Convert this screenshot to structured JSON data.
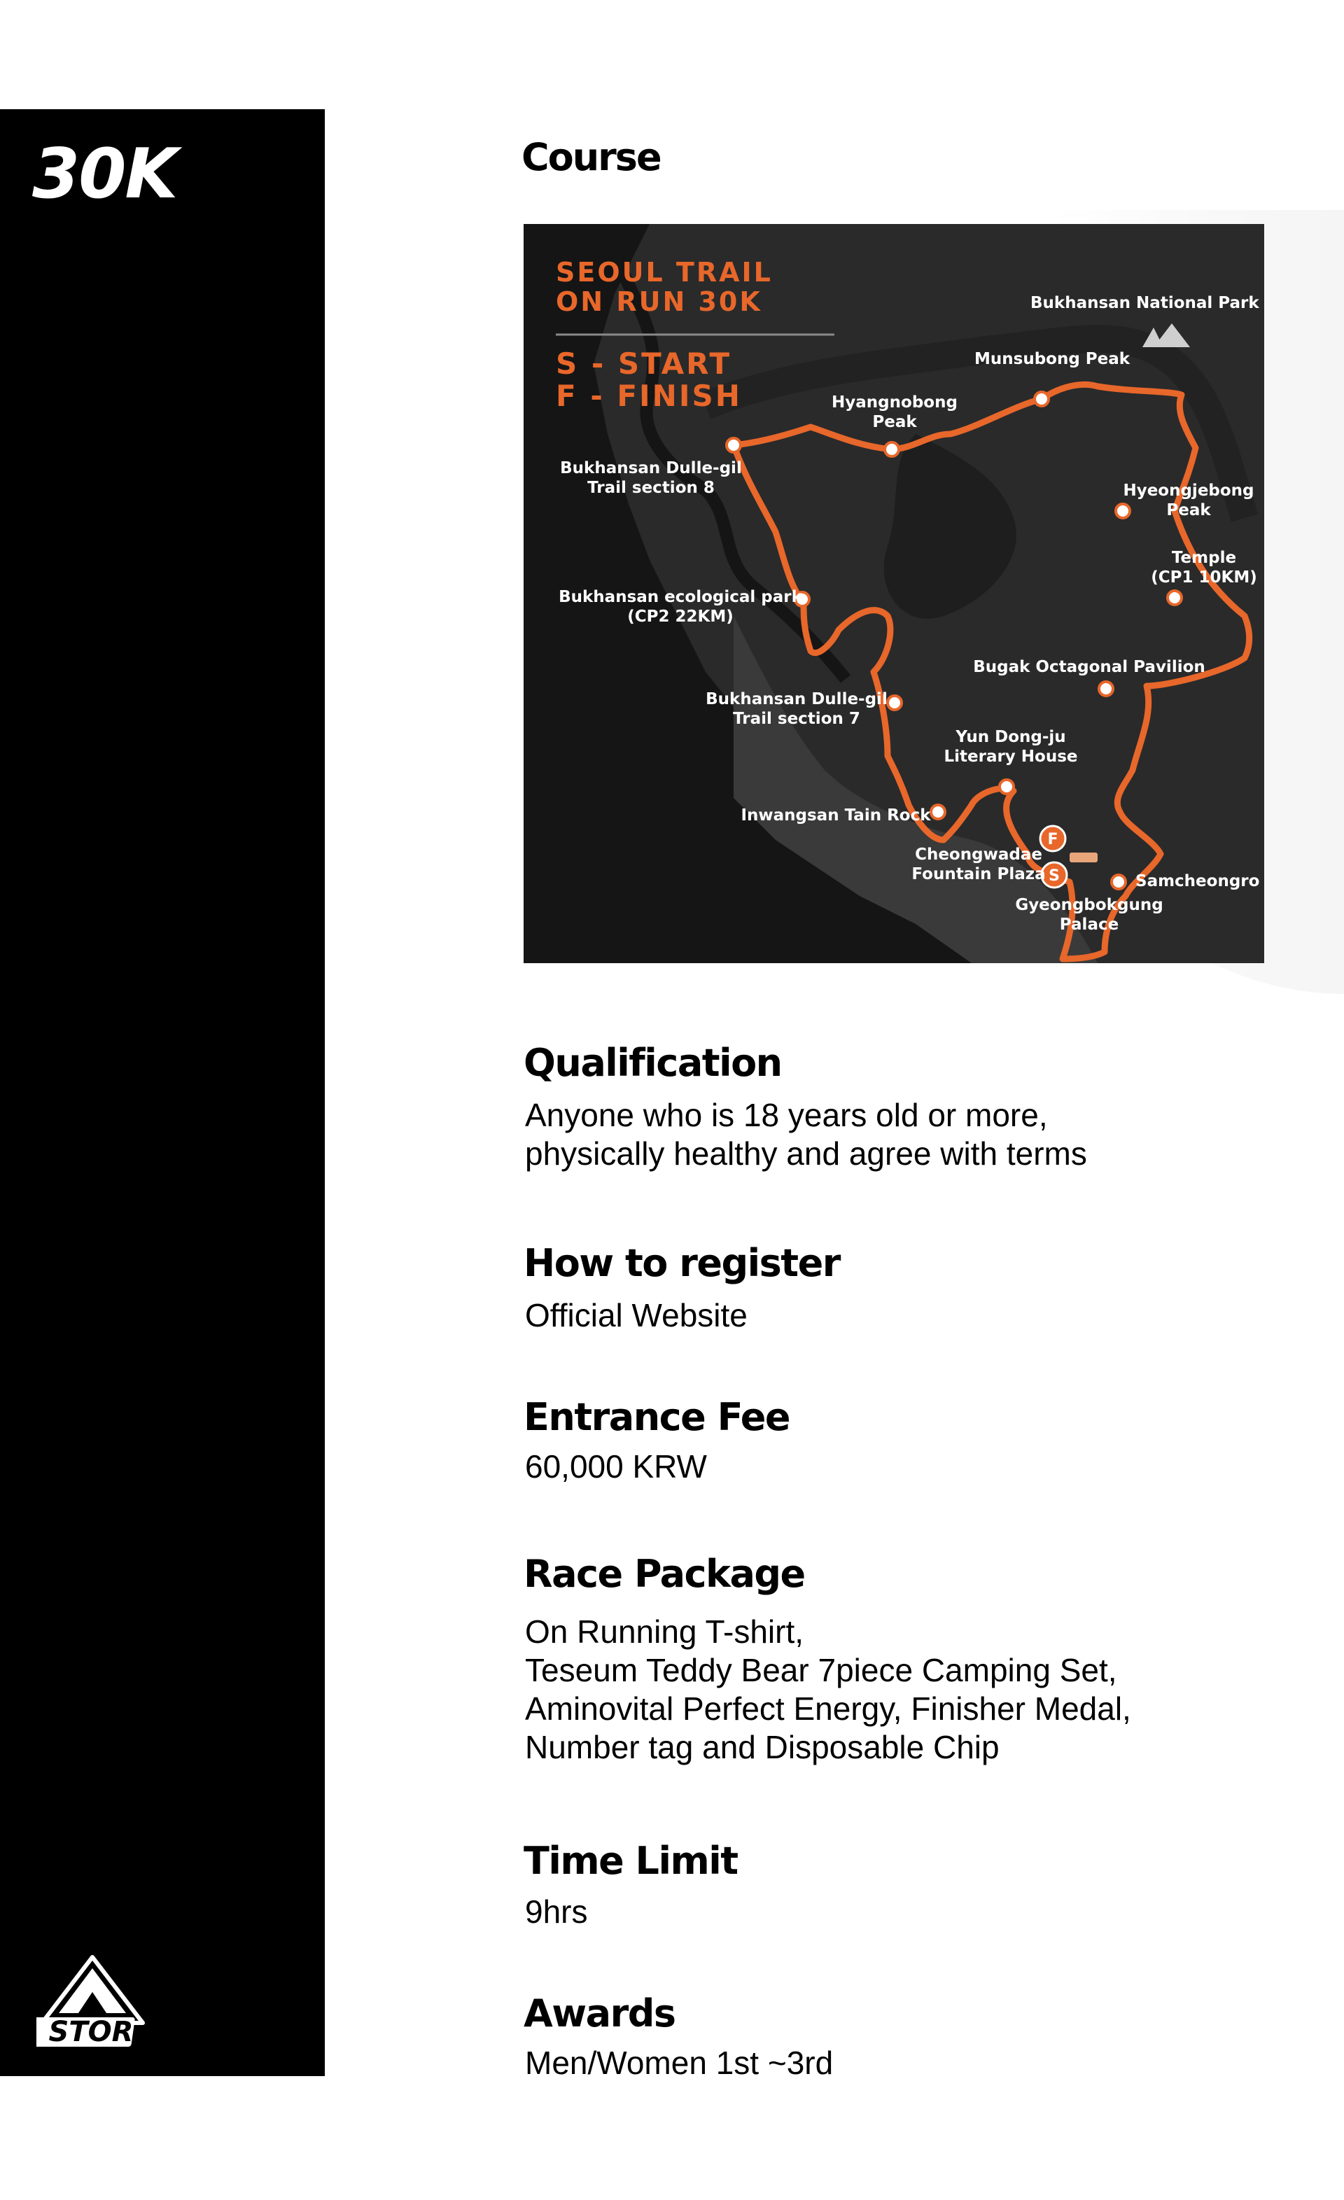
{
  "sidebar": {
    "distance": "30K",
    "logo_text": "STOR"
  },
  "course": {
    "heading": "Course",
    "map": {
      "title_line1": "SEOUL TRAIL",
      "title_line2": "ON RUN 30K",
      "legend_start": "S - START",
      "legend_finish": "F - FINISH",
      "start_marker": "S",
      "finish_marker": "F",
      "accent_color": "#e8672a",
      "labels": {
        "national_park": "Bukhansan National Park",
        "munsubong": "Munsubong Peak",
        "hyangnobong_1": "Hyangnobong",
        "hyangnobong_2": "Peak",
        "dullegil8_1": "Bukhansan Dulle-gil",
        "dullegil8_2": "Trail section 8",
        "hyeongjebong_1": "Hyeongjebong",
        "hyeongjebong_2": "Peak",
        "temple_1": "Temple",
        "temple_2": "(CP1 10KM)",
        "eco_park_1": "Bukhansan ecological park",
        "eco_park_2": "(CP2 22KM)",
        "bugak": "Bugak Octagonal Pavilion",
        "dullegil7_1": "Bukhansan Dulle-gil",
        "dullegil7_2": "Trail section 7",
        "yundongju_1": "Yun Dong-ju",
        "yundongju_2": "Literary House",
        "inwangsan": "Inwangsan Tain Rock",
        "cheongwadae_1": "Cheongwadae",
        "cheongwadae_2": "Fountain Plaza",
        "samcheongro": "Samcheongro",
        "gyeongbok_1": "Gyeongbokgung",
        "gyeongbok_2": "Palace"
      }
    }
  },
  "qualification": {
    "heading": "Qualification",
    "line1": "Anyone who is 18 years old or more,",
    "line2": "physically healthy and agree with terms"
  },
  "register": {
    "heading": "How to register",
    "text": "Official Website"
  },
  "fee": {
    "heading": "Entrance Fee",
    "text": "60,000 KRW"
  },
  "package": {
    "heading": "Race Package",
    "line1": "On Running T-shirt,",
    "line2": "Teseum Teddy Bear 7piece Camping Set,",
    "line3": "Aminovital Perfect Energy, Finisher Medal,",
    "line4": "Number tag and Disposable Chip"
  },
  "time_limit": {
    "heading": "Time Limit",
    "text": "9hrs"
  },
  "awards": {
    "heading": "Awards",
    "text": "Men/Women 1st ~3rd"
  }
}
